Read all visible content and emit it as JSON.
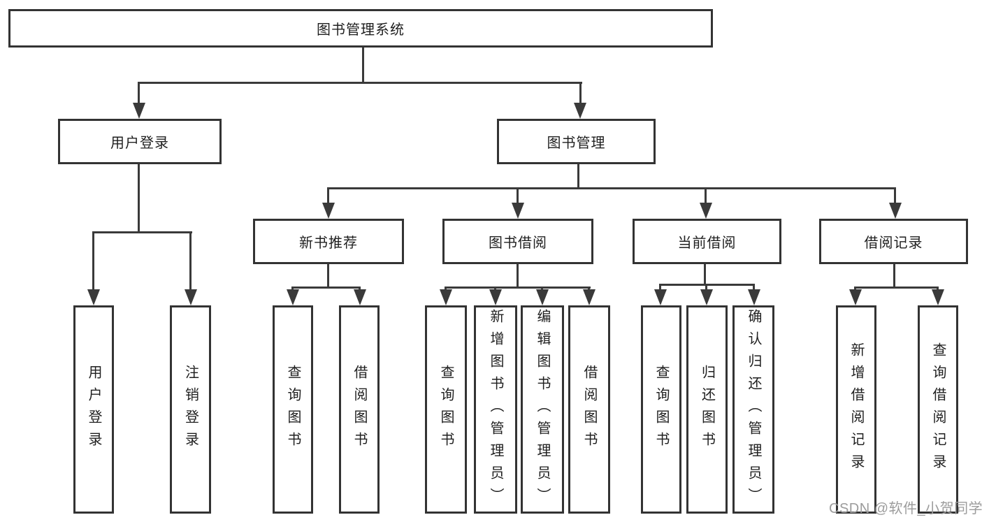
{
  "diagram_title": "图书管理系统",
  "nodes": {
    "root": {
      "label": "图书管理系统"
    },
    "user_login": {
      "label": "用户登录"
    },
    "book_mgmt": {
      "label": "图书管理"
    },
    "login": {
      "label": "用户登录"
    },
    "logout": {
      "label": "注销登录"
    },
    "new_book_rec": {
      "label": "新书推荐"
    },
    "book_borrow": {
      "label": "图书借阅"
    },
    "current_borrow": {
      "label": "当前借阅"
    },
    "borrow_record": {
      "label": "借阅记录"
    },
    "nbr_query": {
      "label": "查询图书"
    },
    "nbr_borrow": {
      "label": "借阅图书"
    },
    "bb_query": {
      "label": "查询图书"
    },
    "bb_add": {
      "label": "新增图书（管理员）"
    },
    "bb_edit": {
      "label": "编辑图书（管理员）"
    },
    "bb_borrow": {
      "label": "借阅图书"
    },
    "cb_query": {
      "label": "查询图书"
    },
    "cb_return": {
      "label": "归还图书"
    },
    "cb_confirm": {
      "label": "确认归还（管理员）"
    },
    "br_add": {
      "label": "新增借阅记录"
    },
    "br_query": {
      "label": "查询借阅记录"
    }
  },
  "structure": {
    "root": [
      "user_login",
      "book_mgmt"
    ],
    "user_login": [
      "login",
      "logout"
    ],
    "book_mgmt": [
      "new_book_rec",
      "book_borrow",
      "current_borrow",
      "borrow_record"
    ],
    "new_book_rec": [
      "nbr_query",
      "nbr_borrow"
    ],
    "book_borrow": [
      "bb_query",
      "bb_add",
      "bb_edit",
      "bb_borrow"
    ],
    "current_borrow": [
      "cb_query",
      "cb_return",
      "cb_confirm"
    ],
    "borrow_record": [
      "br_add",
      "br_query"
    ]
  },
  "watermark": "CSDN @软件_小贺同学",
  "colors": {
    "line": "#3a3a3a",
    "box_border": "#333333",
    "text": "#1f1f1f",
    "watermark": "#9c9c9c",
    "background": "#ffffff"
  }
}
